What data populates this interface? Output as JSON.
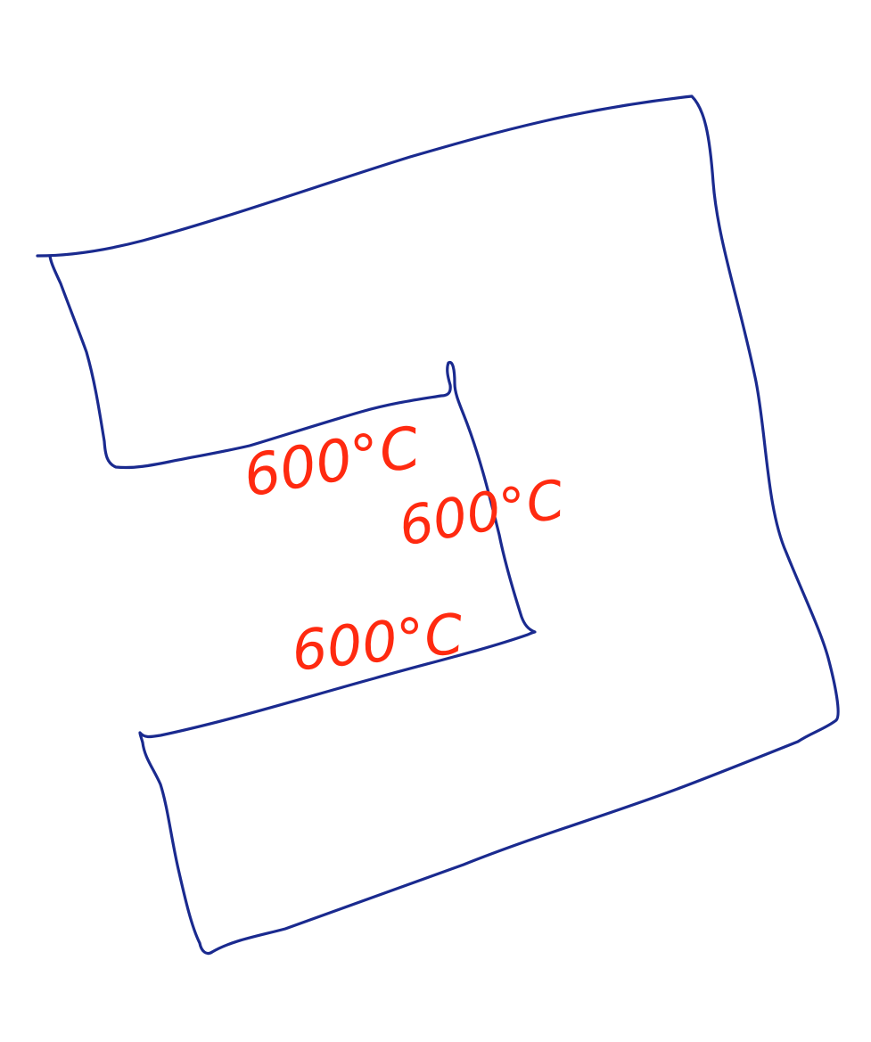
{
  "diagram": {
    "shape_color": "#1a2a8f",
    "label_color": "#ff2a10",
    "labels": {
      "top_inner_edge": "600°C",
      "right_inner_edge": "600°C",
      "bottom_inner_edge": "600°C"
    }
  }
}
